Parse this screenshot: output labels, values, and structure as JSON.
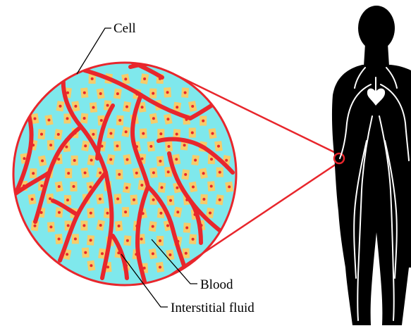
{
  "labels": {
    "cell": "Cell",
    "blood": "Blood",
    "interstitial_fluid": "Interstitial fluid"
  },
  "colors": {
    "fluid": "#7fe8ec",
    "vessel": "#e8262c",
    "cell": "#f6cc6a",
    "nucleus": "#e8262c",
    "silhouette": "#000000",
    "body_vessels": "#ffffff",
    "heart": "#ffffff"
  }
}
